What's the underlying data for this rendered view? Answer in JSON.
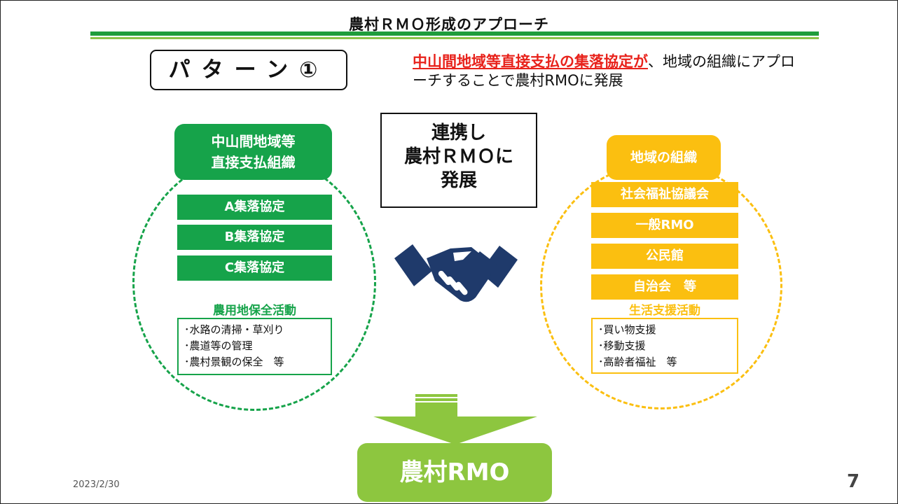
{
  "title": "農村ＲＭＯ形成のアプローチ",
  "pattern_label": "パターン①",
  "description": {
    "highlight": "中山間地域等直接支払の集落協定が",
    "rest": "、地域の組織にアプローチすることで農村RMOに発展"
  },
  "left_group": {
    "header": [
      "中山間地域等",
      "直接支払組織"
    ],
    "items": [
      "A集落協定",
      "B集落協定",
      "C集落協定"
    ],
    "activity_title": "農用地保全活動",
    "activities": [
      "･水路の清掃・草刈り",
      "･農道等の管理",
      "･農村景観の保全　等"
    ]
  },
  "center": {
    "lines": [
      "連携し",
      "農村ＲＭＯに",
      "発展"
    ],
    "icon": "handshake-icon"
  },
  "right_group": {
    "header": "地域の組織",
    "items": [
      "社会福祉協議会",
      "一般RMO",
      "公民館",
      "自治会　等"
    ],
    "activity_title": "生活支援活動",
    "activities": [
      "･買い物支援",
      "･移動支援",
      "･高齢者福祉　等"
    ]
  },
  "result": "農村RMO",
  "footer": {
    "date": "2023/2/30",
    "page_number": "7"
  },
  "colors": {
    "green": "#16a34a",
    "orange": "#fbbf10",
    "arrow": "#8dc63f",
    "handshake": "#1f3a6b",
    "highlight": "#e8221b"
  }
}
